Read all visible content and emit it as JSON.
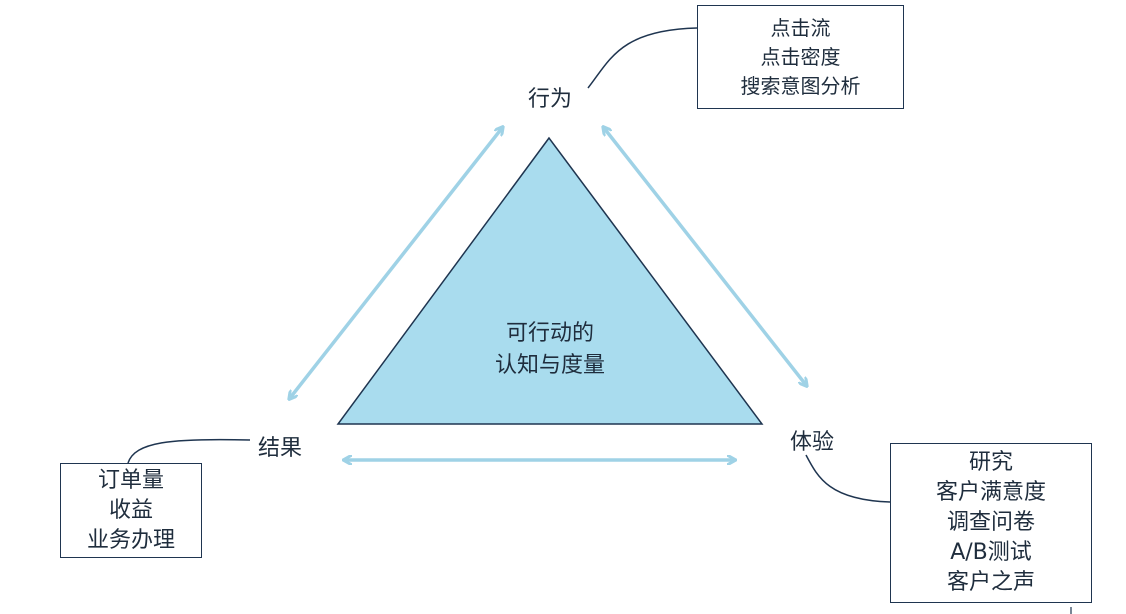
{
  "diagram": {
    "center": [
      "可行动的",
      "认知与度量"
    ],
    "nodes": {
      "behavior": {
        "title": "行为",
        "items": [
          "点击流",
          "点击密度",
          "搜索意图分析"
        ]
      },
      "outcome": {
        "title": "结果",
        "items": [
          "订单量",
          "收益",
          "业务办理"
        ]
      },
      "experience": {
        "title": "体验",
        "items": [
          "研究",
          "客户满意度",
          "调查问卷",
          "A/B测试",
          "客户之声"
        ]
      }
    },
    "colors": {
      "triangle_fill": "#a9dcee",
      "triangle_stroke": "#1f3550",
      "arrow": "#9fd2e6",
      "connector": "#1f3550"
    }
  }
}
